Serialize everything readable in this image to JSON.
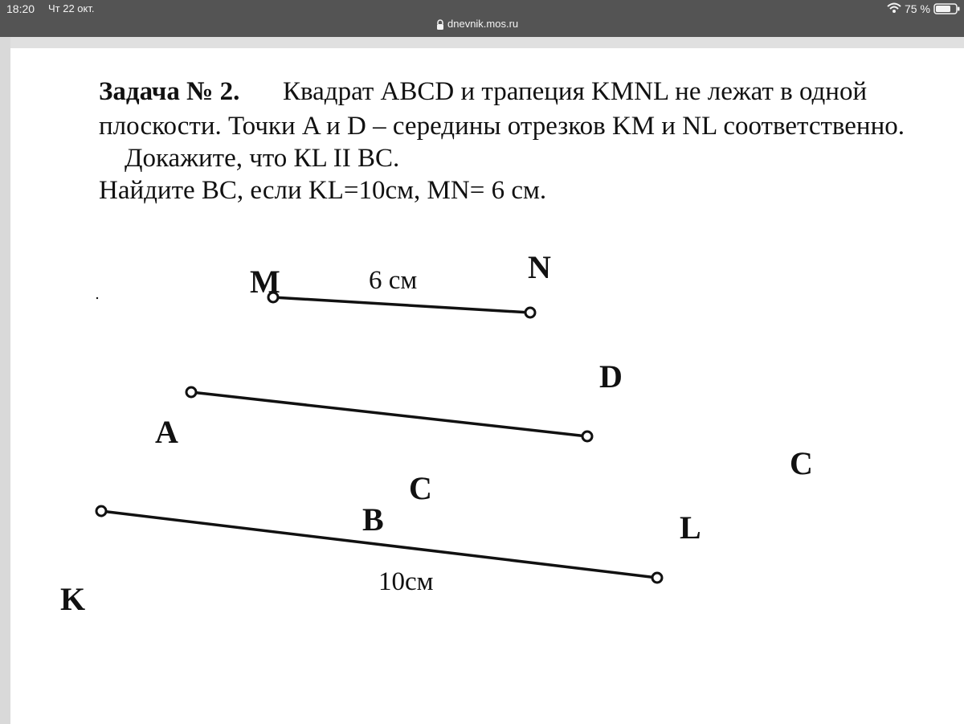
{
  "status_bar": {
    "time": "18:20",
    "date": "Чт 22 окт.",
    "battery": "75 %",
    "wifi_icon": "wifi-icon",
    "battery_icon": "battery-icon"
  },
  "address_bar": {
    "url": "dnevnik.mos.ru",
    "lock_icon": "lock-icon"
  },
  "task": {
    "title": "Задача № 2.",
    "line1": "Квадрат ABCD и трапеция KMNL не лежат в одной",
    "line2": "плоскости. Точки A и D – середины отрезков KM и NL соответственно.",
    "line3": "Докажите, что КL II BC.",
    "line4": "Найдите BC, если KL=10см, MN= 6 см."
  },
  "figure": {
    "points": {
      "M": "M",
      "N": "N",
      "A": "A",
      "D": "D",
      "C": "C",
      "B": "B",
      "L": "L",
      "K": "K"
    },
    "extra_label": "C",
    "mn_length": "6 см",
    "kl_length": "10см"
  },
  "colors": {
    "chrome": "#545454",
    "ink": "#111111",
    "page": "#ffffff"
  }
}
